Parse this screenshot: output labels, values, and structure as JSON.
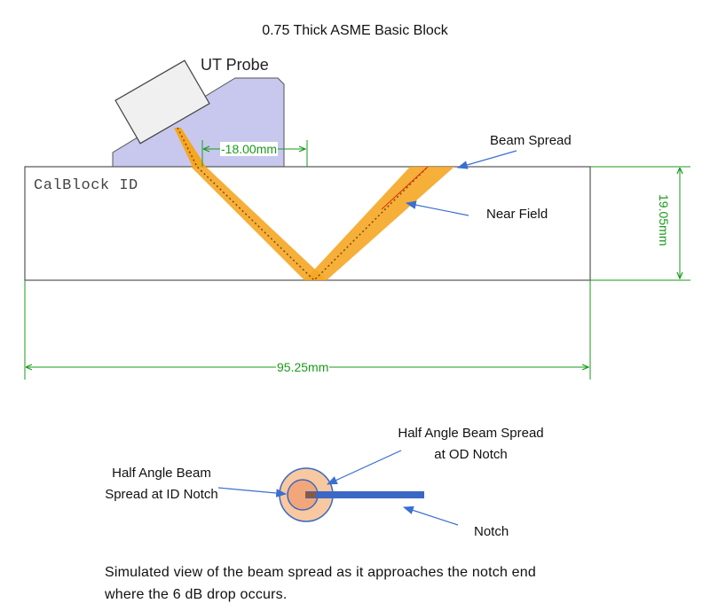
{
  "title": "0.75 Thick ASME Basic Block",
  "probe_label": "UT Probe",
  "block_label": "CalBlock ID",
  "beam_spread_label": "Beam Spread",
  "near_field_label": "Near Field",
  "dimensions": {
    "probe_offset": "-18.00mm",
    "block_width": "95.25mm",
    "block_thickness": "19.05mm"
  },
  "id_notch_label": "Half Angle Beam Spread at ID Notch",
  "od_notch_label": "Half Angle Beam Spread at OD Notch",
  "notch_label": "Notch",
  "caption": "Simulated view of the beam spread as it approaches the notch end where the 6 dB drop occurs.",
  "colors": {
    "beam": "#f5a623",
    "beam_edge": "#e8900a",
    "wedge": "#c8c8ee",
    "dimension": "#1a9a1a",
    "arrow": "#3a6fd0",
    "notch": "#3a68c4",
    "od_circle": "#f8c8a0",
    "id_circle": "#f2a77a"
  }
}
